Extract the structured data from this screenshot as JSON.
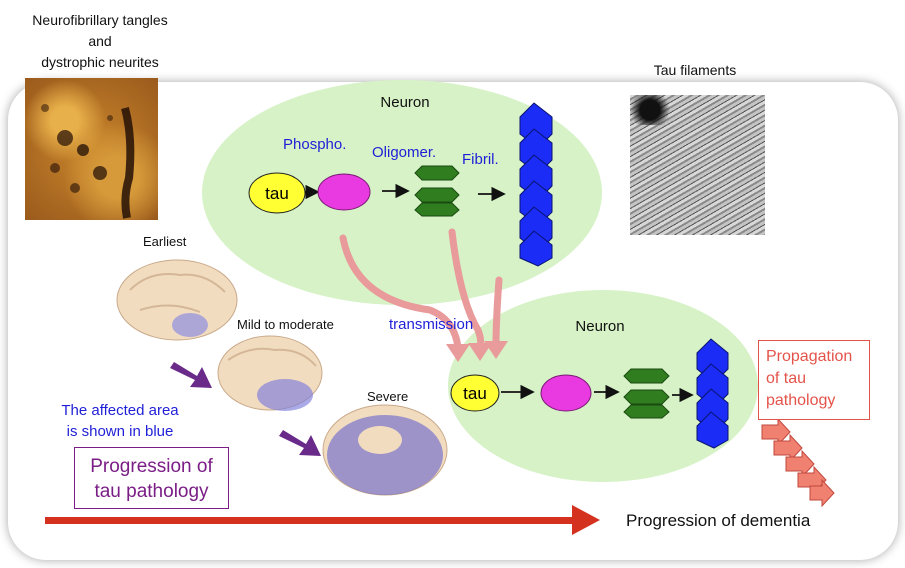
{
  "nft_caption": [
    "Neurofibrillary tangles",
    "and",
    "dystrophic neurites"
  ],
  "tau_filaments_caption": "Tau filaments",
  "neuron_top": {
    "title": "Neuron",
    "steps": [
      "Phospho.",
      "Oligomer.",
      "Fibril."
    ],
    "tau": "tau"
  },
  "neuron_bottom": {
    "title": "Neuron",
    "tau": "tau"
  },
  "transmission_label": "transmission",
  "stages": [
    "Earliest",
    "Mild to moderate",
    "Severe"
  ],
  "affected_note": [
    "The affected area",
    "is shown in blue"
  ],
  "progression_box": [
    "Progression of",
    "tau pathology"
  ],
  "propagation_box": [
    "Propagation",
    "of tau",
    "pathology"
  ],
  "dementia_label": "Progression of dementia",
  "colors": {
    "neuron_fill": "#d6f2c6",
    "tau_fill": "#ffff33",
    "phospho_fill": "#e83ae0",
    "oligomer_fill": "#2f7d1f",
    "fibril_fill": "#1a2cf5",
    "transmission_arrow": "#e99a9a",
    "progression_arrow": "#d4321f",
    "stage_arrow": "#6a2a8a",
    "label_blue": "#1f1fd8",
    "progression_box": "#7a1e86",
    "propagation_box": "#e4534a"
  }
}
